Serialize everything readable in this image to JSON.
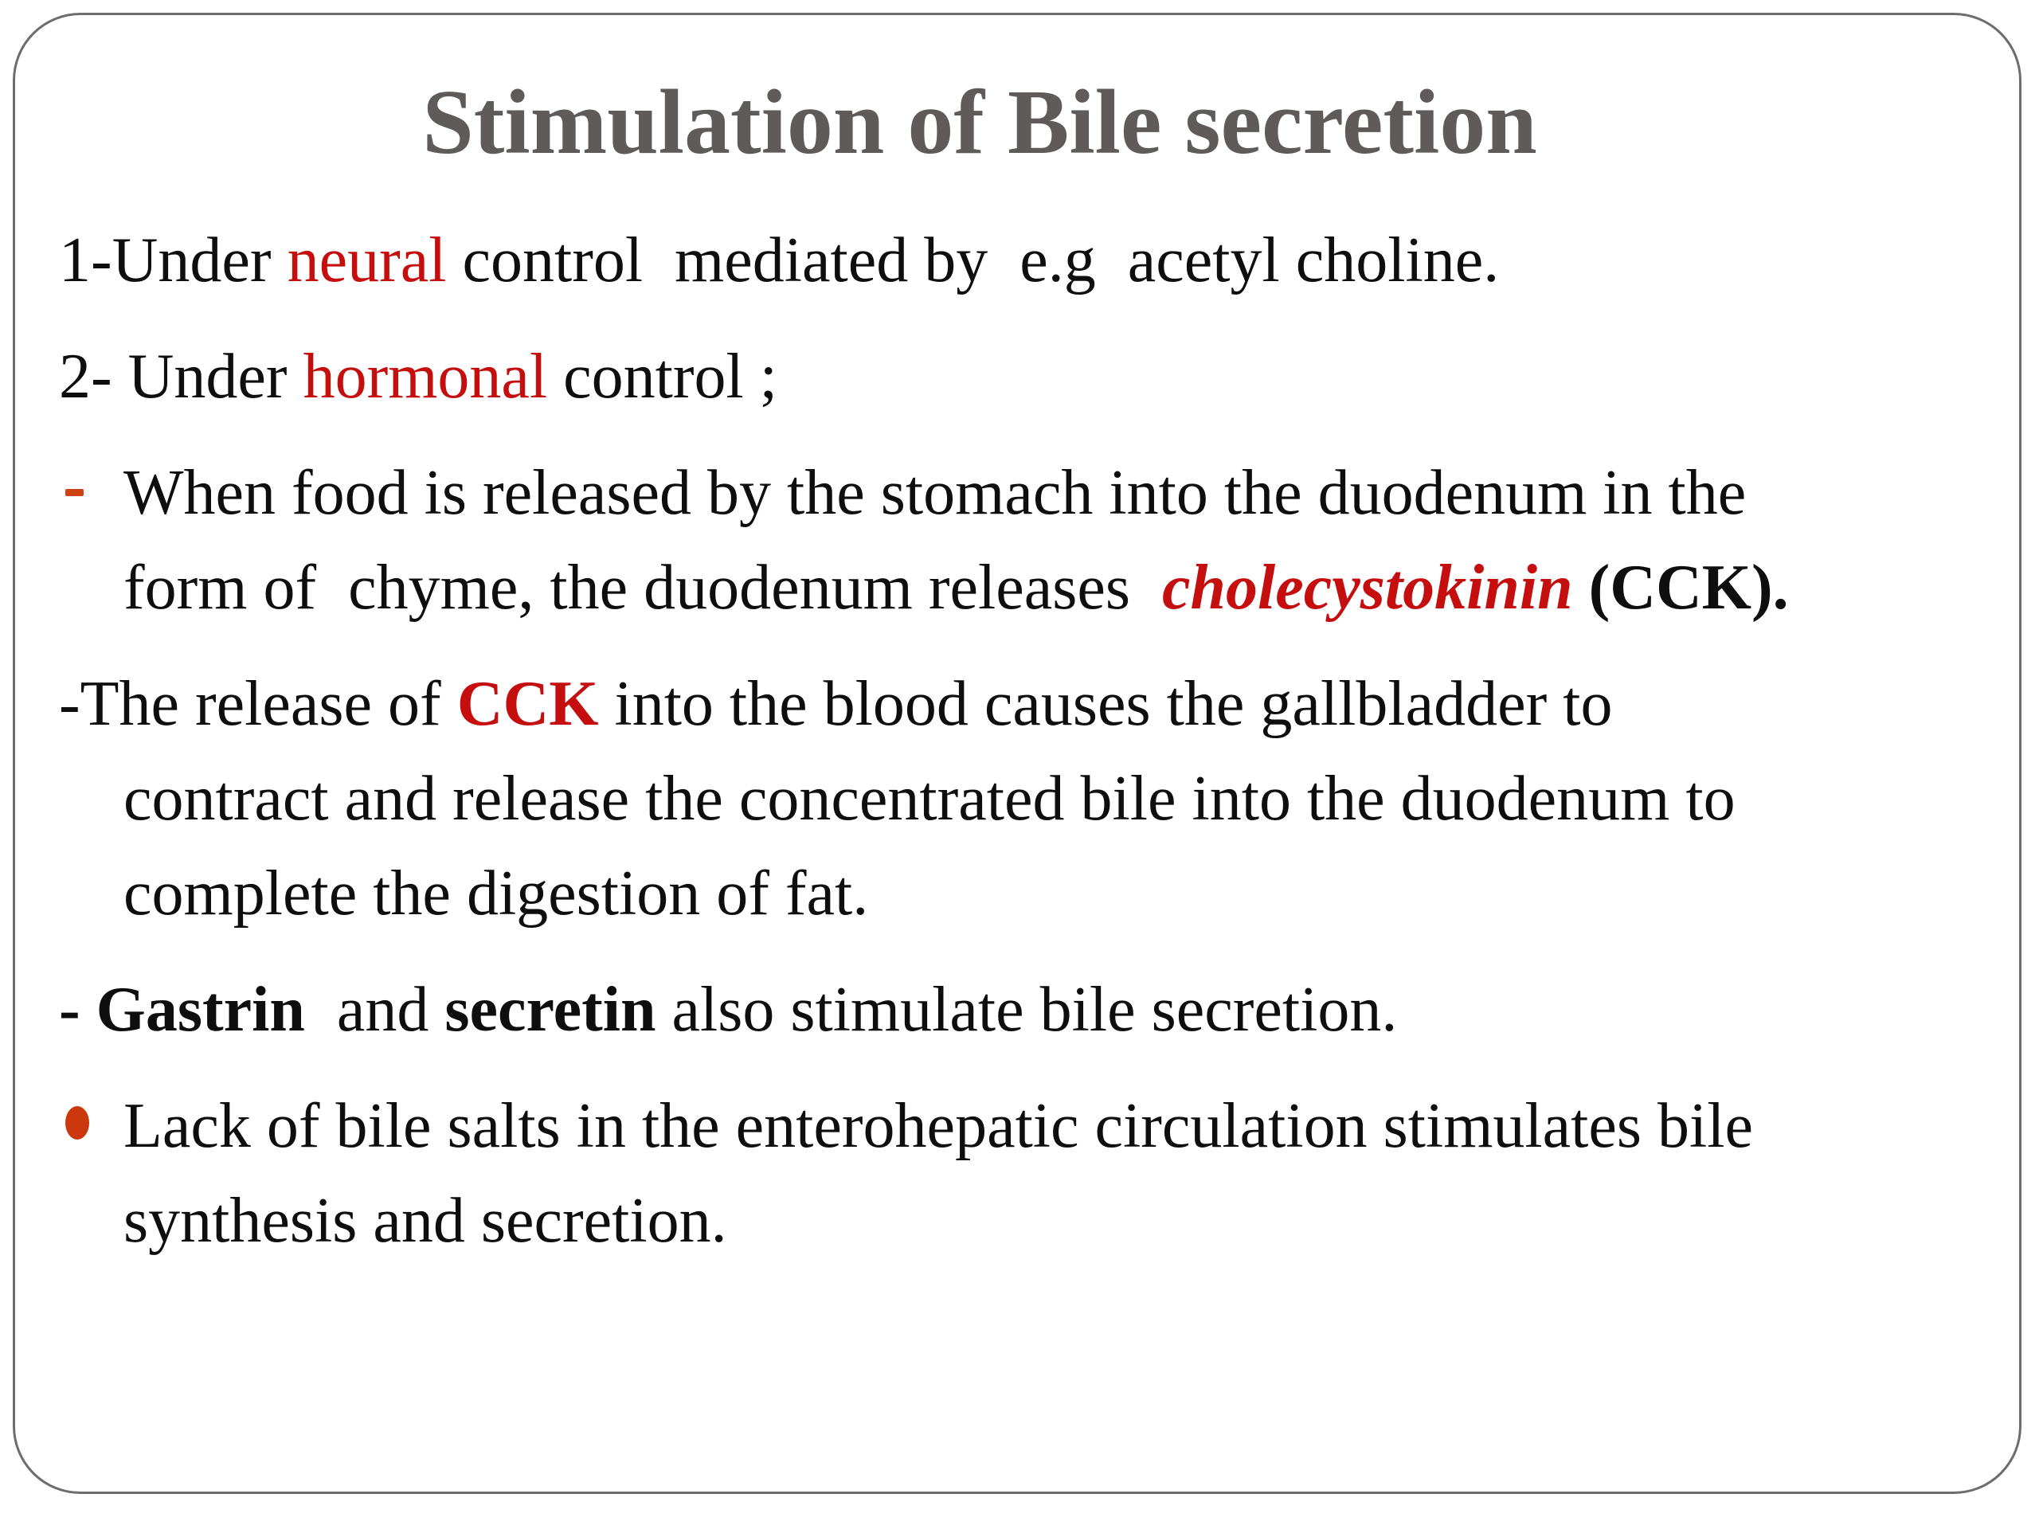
{
  "slide": {
    "title": "Stimulation of Bile secretion",
    "colors": {
      "background": "#ffffff",
      "border": "#6d6d6d",
      "title_gray": "#5f5b5b",
      "body_text": "#0f0e0e",
      "emphasis_red": "#c50f0f",
      "dash_bullet": "#cc4314",
      "dot_bullet": "#cc380d"
    },
    "paragraphs": [
      {
        "bullet": "none",
        "lines": [
          [
            {
              "t": "1-Under "
            },
            {
              "t": "neural",
              "red": true
            },
            {
              "t": " control  mediated by  e.g  acetyl choline."
            }
          ]
        ]
      },
      {
        "bullet": "none",
        "lines": [
          [
            {
              "t": "2- Under "
            },
            {
              "t": "hormonal",
              "red": true
            },
            {
              "t": " control ;"
            }
          ]
        ]
      },
      {
        "bullet": "dash",
        "lines": [
          [
            {
              "t": "When food is released by the stomach into the duodenum in the"
            }
          ],
          [
            {
              "t": "form of  chyme, the duodenum releases  "
            },
            {
              "t": "cholecystokinin",
              "red": true,
              "bold": true,
              "italic": true
            },
            {
              "t": " "
            },
            {
              "t": "(CCK).",
              "bold": true
            }
          ]
        ]
      },
      {
        "bullet": "hanging",
        "lines": [
          [
            {
              "t": "-The release of "
            },
            {
              "t": "CCK",
              "red": true,
              "bold": true
            },
            {
              "t": " into the blood causes the gallbladder to"
            }
          ],
          [
            {
              "t": "contract and release the concentrated bile into the duodenum to"
            }
          ],
          [
            {
              "t": "complete the digestion of fat."
            }
          ]
        ]
      },
      {
        "bullet": "none",
        "lines": [
          [
            {
              "t": "- Gastrin",
              "bold": true
            },
            {
              "t": "  and "
            },
            {
              "t": "secretin",
              "bold": true
            },
            {
              "t": " also stimulate bile secretion."
            }
          ]
        ]
      },
      {
        "bullet": "dot",
        "lines": [
          [
            {
              "t": "Lack of bile salts in the enterohepatic circulation stimulates bile"
            }
          ],
          [
            {
              "t": "synthesis and secretion."
            }
          ]
        ]
      }
    ]
  }
}
